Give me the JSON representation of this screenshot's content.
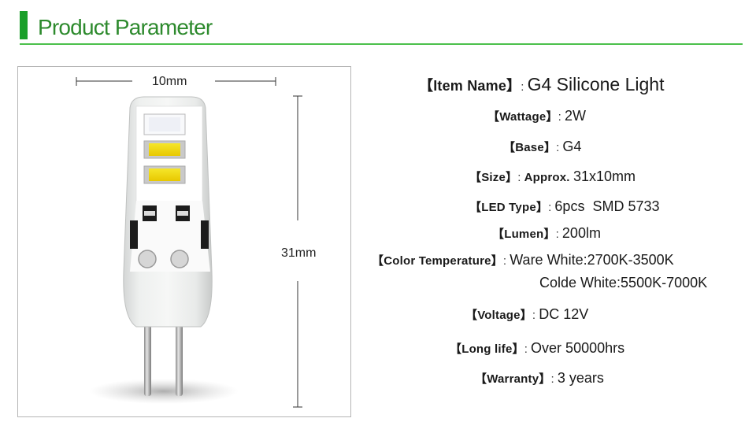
{
  "header": {
    "title": "Product Parameter",
    "accent": "#1a9f2a",
    "line_color": "#4cc04c"
  },
  "photo": {
    "width_label": "10mm",
    "height_label": "31mm"
  },
  "specs": {
    "item_name": {
      "key": "【Item Name】",
      "sep": ": ",
      "value": "G4 Silicone Light"
    },
    "wattage": {
      "key": "【Wattage】",
      "sep": ": ",
      "value": "2W"
    },
    "base": {
      "key": "【Base】",
      "sep": ": ",
      "value": "G4"
    },
    "size": {
      "key": "【Size】",
      "sep": ": ",
      "prefix": "Approx. ",
      "value": "31x10mm"
    },
    "led_type": {
      "key": "【LED Type】",
      "sep": ": ",
      "value": "6pcs  SMD 5733"
    },
    "lumen": {
      "key": "【Lumen】",
      "sep": ": ",
      "value": "200lm"
    },
    "color_temp": {
      "key": "【Color Temperature】",
      "sep": ": ",
      "value": "Ware White:2700K-3500K",
      "value2": "Colde White:5500K-7000K"
    },
    "voltage": {
      "key": "【Voltage】",
      "sep": ": ",
      "value": "DC 12V"
    },
    "long_life": {
      "key": "【Long life】",
      "sep": ": ",
      "value": "Over 50000hrs"
    },
    "warranty": {
      "key": "【Warranty】",
      "sep": ": ",
      "value": "3 years"
    }
  }
}
